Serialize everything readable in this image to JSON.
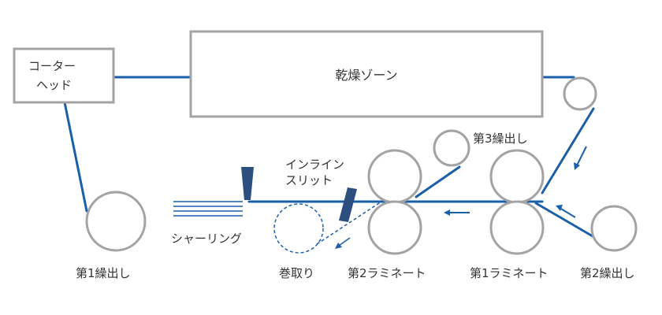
{
  "colors": {
    "web": "#1a5fa8",
    "outline": "#a3a3a3",
    "blade": "#2d4f80",
    "text": "#333333"
  },
  "labels": {
    "coater_head_line1": "コーター",
    "coater_head_line2": "ヘッド",
    "drying_zone": "乾燥ゾーン",
    "extruder_1": "第1繰出し",
    "extruder_2": "第2繰出し",
    "extruder_3": "第3繰出し",
    "laminate_1": "第1ラミネート",
    "laminate_2": "第2ラミネート",
    "inline_slit_line1": "インライン",
    "inline_slit_line2": "スリット",
    "shearing": "シャーリング",
    "winding": "巻取り"
  }
}
